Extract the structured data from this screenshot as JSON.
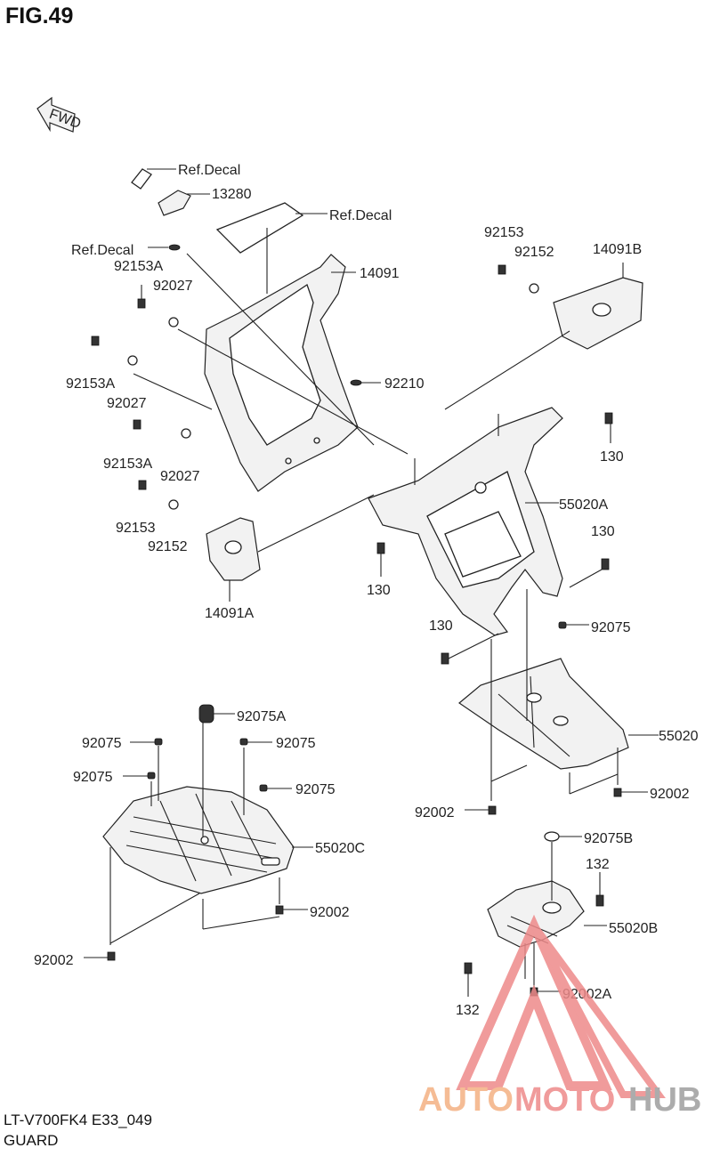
{
  "figure": {
    "title": "FIG.49"
  },
  "direction_marker": {
    "text": "FWD"
  },
  "callouts": {
    "ref_decal_1": "Ref.Decal",
    "p13280": "13280",
    "ref_decal_2": "Ref.Decal",
    "ref_decal_3": "Ref.Decal",
    "p92153A_1": "92153A",
    "p92027_1": "92027",
    "p14091": "14091",
    "p92153_top": "92153",
    "p92152_top": "92152",
    "p14091B": "14091B",
    "p92153A_2": "92153A",
    "p92027_2": "92027",
    "p92210": "92210",
    "p92153A_3": "92153A",
    "p92027_3": "92027",
    "p130_1": "130",
    "p92153_left": "92153",
    "p92152_left": "92152",
    "p55020A": "55020A",
    "p130_2": "130",
    "p130_3": "130",
    "p14091A": "14091A",
    "p130_4": "130",
    "p92075_right": "92075",
    "p92075A": "92075A",
    "p92075_l1": "92075",
    "p92075_l2": "92075",
    "p92075_l3": "92075",
    "p92075_l4": "92075",
    "p55020": "55020",
    "p55020C": "55020C",
    "p92002_r1": "92002",
    "p92002_r2": "92002",
    "p92002_mid": "92002",
    "p92075B": "92075B",
    "p132_1": "132",
    "p92002_left": "92002",
    "p55020B": "55020B",
    "p92002A": "92002A",
    "p132_2": "132"
  },
  "footer": {
    "model_code": "LT-V700FK4 E33_049",
    "group_name": "GUARD"
  },
  "watermark": {
    "part1": "AUTO",
    "part2": "MOTO",
    "part3": "HUB",
    "color_orange": "#f4b183",
    "color_red": "#ee8a8a",
    "color_gray": "#9e9e9e"
  }
}
